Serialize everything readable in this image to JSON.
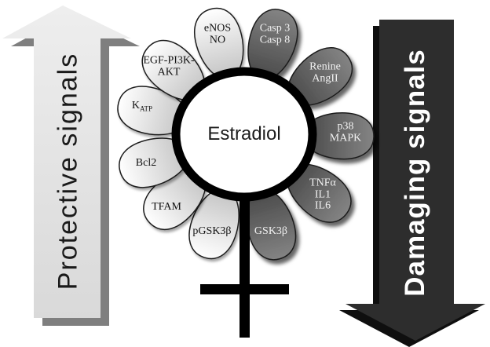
{
  "diagram_title": "Estradiol",
  "left_arrow": {
    "label": "Protective signals",
    "direction": "up",
    "fill": "#e4e4e4",
    "shadow": "#7f7f7f",
    "text_color": "#1a1a1a"
  },
  "right_arrow": {
    "label": "Damaging signals",
    "direction": "down",
    "fill": "#2d2d2d",
    "shadow": "#0f0f0f",
    "text_color": "#ffffff"
  },
  "center": {
    "label": "Estradiol",
    "fill": "#ffffff",
    "ring_color": "#000000",
    "symbol": "female-venus-symbol"
  },
  "petal_colors": {
    "protective_inner": "#bfbfbf",
    "protective_outer": "#ffffff",
    "damaging_inner": "#454545",
    "damaging_outer": "#848484",
    "outline": "#1a1a1a"
  },
  "petals": [
    {
      "id": "enos",
      "lines": [
        "eNOS",
        "NO"
      ],
      "type": "protective"
    },
    {
      "id": "casp",
      "lines": [
        "Casp 3",
        "Casp 8"
      ],
      "type": "damaging"
    },
    {
      "id": "renine-angii",
      "lines": [
        "Renine",
        "AngII"
      ],
      "type": "damaging"
    },
    {
      "id": "p38-mapk",
      "lines": [
        "p38",
        "MAPK"
      ],
      "type": "damaging"
    },
    {
      "id": "tnfa-il1-il6",
      "lines": [
        "TNFα",
        "IL1",
        "IL6"
      ],
      "type": "damaging"
    },
    {
      "id": "gsk3b",
      "lines": [
        "GSK3β"
      ],
      "type": "damaging"
    },
    {
      "id": "pgsk3b",
      "lines": [
        "pGSK3β"
      ],
      "type": "protective"
    },
    {
      "id": "tfam",
      "lines": [
        "TFAM"
      ],
      "type": "protective"
    },
    {
      "id": "bcl2",
      "lines": [
        "Bcl2"
      ],
      "type": "protective"
    },
    {
      "id": "katp",
      "main": "K",
      "sub": "ATP",
      "type": "protective"
    },
    {
      "id": "egf-pi3k-akt",
      "lines": [
        "EGF-PI3K-",
        "AKT"
      ],
      "type": "protective"
    }
  ]
}
